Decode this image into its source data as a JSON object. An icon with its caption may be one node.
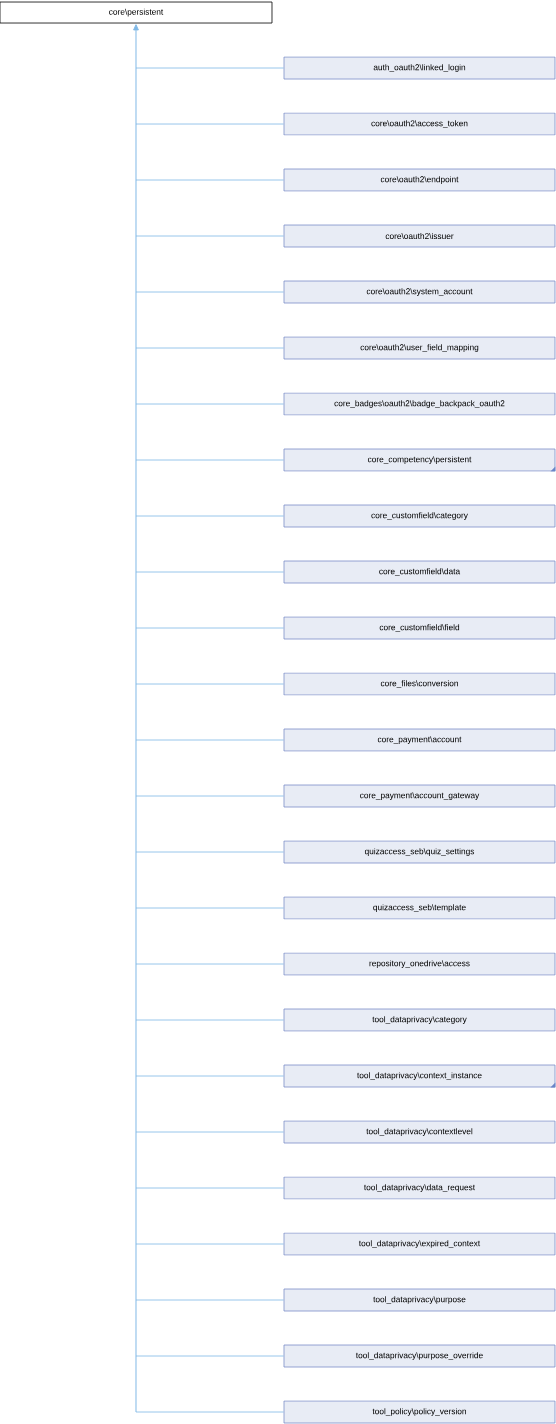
{
  "diagram": {
    "nodes": [
      {
        "text": [
          "core\\persistent"
        ]
      },
      {
        "text": [
          "auth_oauth2\\linked_login"
        ]
      },
      {
        "text": [
          "core\\oauth2\\access_token"
        ]
      },
      {
        "text": [
          "core\\oauth2\\endpoint"
        ]
      },
      {
        "text": [
          "core\\oauth2\\issuer"
        ]
      },
      {
        "text": [
          "core\\oauth2\\system_account"
        ]
      },
      {
        "text": [
          "core\\oauth2\\user_field_mapping"
        ]
      },
      {
        "text": [
          "core_badges\\oauth2\\badge_backpack_oauth2"
        ]
      },
      {
        "text": [
          "core_competency\\persistent"
        ]
      },
      {
        "text": [
          "core_customfield\\category"
        ]
      },
      {
        "text": [
          "core_customfield\\data"
        ]
      },
      {
        "text": [
          "core_customfield\\field"
        ]
      },
      {
        "text": [
          "core_files\\conversion"
        ]
      },
      {
        "text": [
          "core_payment\\account"
        ]
      },
      {
        "text": [
          "core_payment\\account_gateway"
        ]
      },
      {
        "text": [
          "quizaccess_seb\\quiz_settings"
        ]
      },
      {
        "text": [
          "quizaccess_seb\\template"
        ]
      },
      {
        "text": [
          "repository_onedrive\\access"
        ]
      },
      {
        "text": [
          "tool_dataprivacy\\category"
        ]
      },
      {
        "text": [
          "tool_dataprivacy\\context_instance"
        ]
      },
      {
        "text": [
          "tool_dataprivacy\\contextlevel"
        ]
      },
      {
        "text": [
          "tool_dataprivacy\\data_request"
        ]
      },
      {
        "text": [
          "tool_dataprivacy\\expired_context"
        ]
      },
      {
        "text": [
          "tool_dataprivacy\\purpose"
        ]
      },
      {
        "text": [
          "tool_dataprivacy\\purpose_override"
        ]
      },
      {
        "text": [
          "tool_policy\\policy_version"
        ]
      }
    ],
    "edges": [
      {
        "from": 1,
        "to": 0,
        "arrow": "to"
      },
      {
        "from": 2,
        "to": 0,
        "arrow": "to"
      },
      {
        "from": 3,
        "to": 0,
        "arrow": "to"
      },
      {
        "from": 4,
        "to": 0,
        "arrow": "to"
      },
      {
        "from": 5,
        "to": 0,
        "arrow": "to"
      },
      {
        "from": 6,
        "to": 0,
        "arrow": "to"
      },
      {
        "from": 7,
        "to": 0,
        "arrow": "to"
      },
      {
        "from": 8,
        "to": 0,
        "arrow": "to"
      },
      {
        "from": 9,
        "to": 0,
        "arrow": "to"
      },
      {
        "from": 10,
        "to": 0,
        "arrow": "to"
      },
      {
        "from": 11,
        "to": 0,
        "arrow": "to"
      },
      {
        "from": 12,
        "to": 0,
        "arrow": "to"
      },
      {
        "from": 13,
        "to": 0,
        "arrow": "to"
      },
      {
        "from": 14,
        "to": 0,
        "arrow": "to"
      },
      {
        "from": 15,
        "to": 0,
        "arrow": "to"
      },
      {
        "from": 16,
        "to": 0,
        "arrow": "to"
      },
      {
        "from": 17,
        "to": 0,
        "arrow": "to"
      },
      {
        "from": 18,
        "to": 0,
        "arrow": "to"
      },
      {
        "from": 19,
        "to": 0,
        "arrow": "to"
      },
      {
        "from": 20,
        "to": 0,
        "arrow": "to"
      },
      {
        "from": 21,
        "to": 0,
        "arrow": "to"
      },
      {
        "from": 22,
        "to": 0,
        "arrow": "to"
      },
      {
        "from": 23,
        "to": 0,
        "arrow": "to"
      },
      {
        "from": 24,
        "to": 0,
        "arrow": "to"
      },
      {
        "from": 25,
        "to": 0,
        "arrow": "to"
      }
    ]
  }
}
